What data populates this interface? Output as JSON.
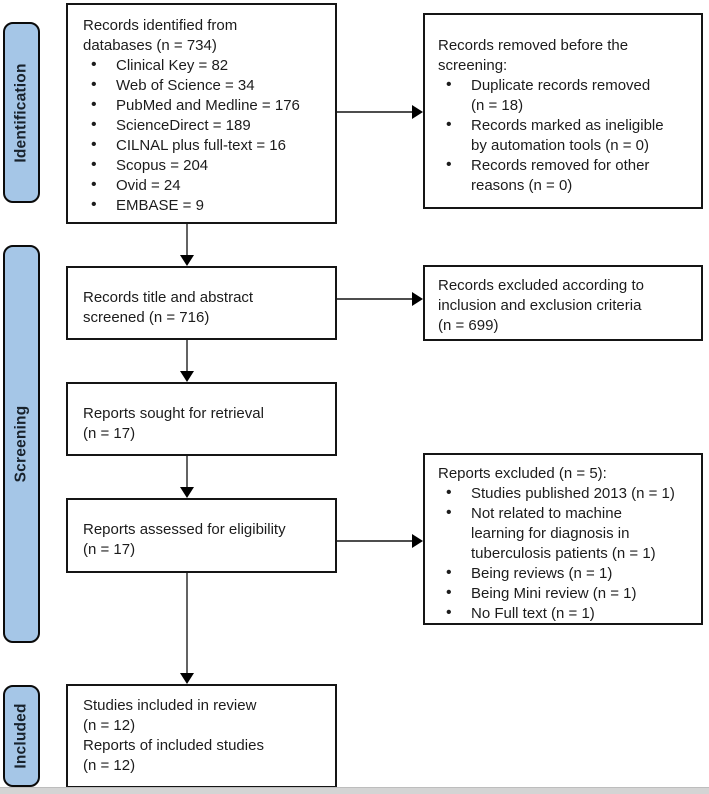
{
  "stages": {
    "identification": "Identification",
    "screening": "Screening",
    "included": "Included"
  },
  "boxes": {
    "identified": {
      "header": "Records identified from\ndatabases (n = 734)",
      "items": [
        "Clinical Key = 82",
        "Web of Science = 34",
        "PubMed and Medline = 176",
        "ScienceDirect = 189",
        "CILNAL plus full-text = 16",
        "Scopus = 204",
        "Ovid = 24",
        "EMBASE = 9"
      ]
    },
    "removed_before_screening": {
      "header": "Records removed before the\nscreening:",
      "items": [
        "Duplicate records removed\n(n = 18)",
        "Records marked as ineligible\nby automation tools (n = 0)",
        "Records removed for other\nreasons (n = 0)"
      ]
    },
    "screened": {
      "text": "Records title and abstract\nscreened (n = 716)"
    },
    "excluded_criteria": {
      "text": "Records excluded according to\ninclusion and exclusion criteria\n(n = 699)"
    },
    "sought": {
      "text": "Reports sought for retrieval\n(n = 17)"
    },
    "assessed": {
      "text": "Reports assessed for eligibility\n(n = 17)"
    },
    "reports_excluded": {
      "header": "Reports excluded (n = 5):",
      "items": [
        "Studies published 2013 (n = 1)",
        "Not related to machine\nlearning for diagnosis in\ntuberculosis patients (n = 1)",
        "Being reviews (n = 1)",
        "Being Mini review (n = 1)",
        "No Full text (n = 1)"
      ]
    },
    "included_in_review": {
      "text": "Studies included in review\n(n = 12)\nReports of included studies\n(n = 12)"
    }
  },
  "colors": {
    "stage_fill": "#a5c6e7",
    "box_border": "#151515",
    "arrow_shaft": "#5a5a5a",
    "arrow_head": "#000000"
  }
}
